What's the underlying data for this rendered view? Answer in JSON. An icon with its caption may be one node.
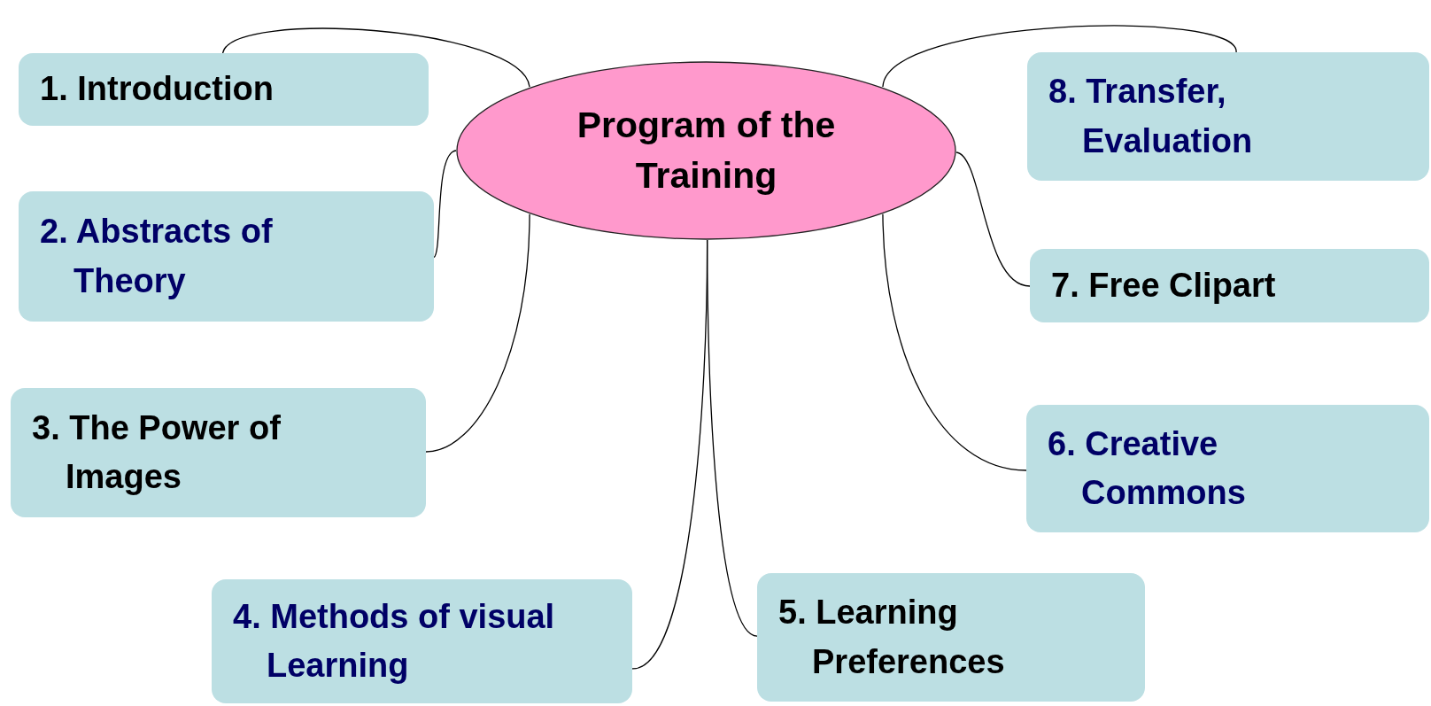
{
  "diagram": {
    "nodes": [
      {
        "text": [
          "Program of the Training"
        ]
      },
      {
        "text": [
          "1. Introduction"
        ]
      },
      {
        "text": [
          "2. Abstracts of Theory"
        ]
      },
      {
        "text": [
          "3. The Power of Images"
        ]
      },
      {
        "text": [
          "4. Methods of visual Learning"
        ]
      },
      {
        "text": [
          "5. Learning Preferences"
        ]
      },
      {
        "text": [
          "6. Creative Commons"
        ]
      },
      {
        "text": [
          "7. Free Clipart"
        ]
      },
      {
        "text": [
          "8. Transfer, Evaluation"
        ]
      }
    ],
    "edges": [
      {
        "from": 0,
        "to": 1,
        "arrow": "none"
      },
      {
        "from": 0,
        "to": 2,
        "arrow": "none"
      },
      {
        "from": 0,
        "to": 3,
        "arrow": "none"
      },
      {
        "from": 0,
        "to": 4,
        "arrow": "none"
      },
      {
        "from": 0,
        "to": 5,
        "arrow": "none"
      },
      {
        "from": 0,
        "to": 6,
        "arrow": "none"
      },
      {
        "from": 0,
        "to": 7,
        "arrow": "none"
      },
      {
        "from": 0,
        "to": 8,
        "arrow": "none"
      }
    ]
  }
}
